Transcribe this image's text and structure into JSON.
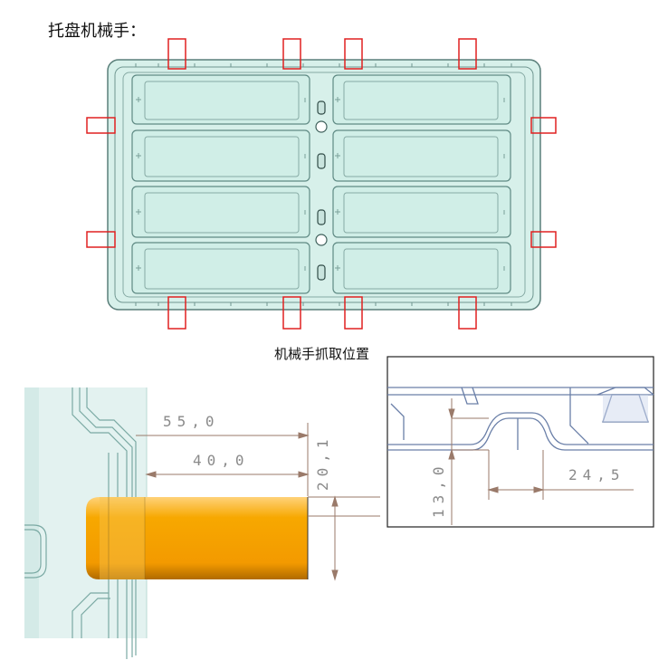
{
  "page_title": "托盘机械手：",
  "grip_caption": "机械手抓取位置",
  "dims": {
    "d55": "55,0",
    "d40": "40,0",
    "d20": "20,1",
    "d13": "13,0",
    "d24": "24,5"
  },
  "colors": {
    "tray_fill": "#d4efe8",
    "tray_stroke": "#5a7f7a",
    "marker": "#e02020",
    "gripper": "#f5a100",
    "dim_line": "#9a7a6a"
  }
}
